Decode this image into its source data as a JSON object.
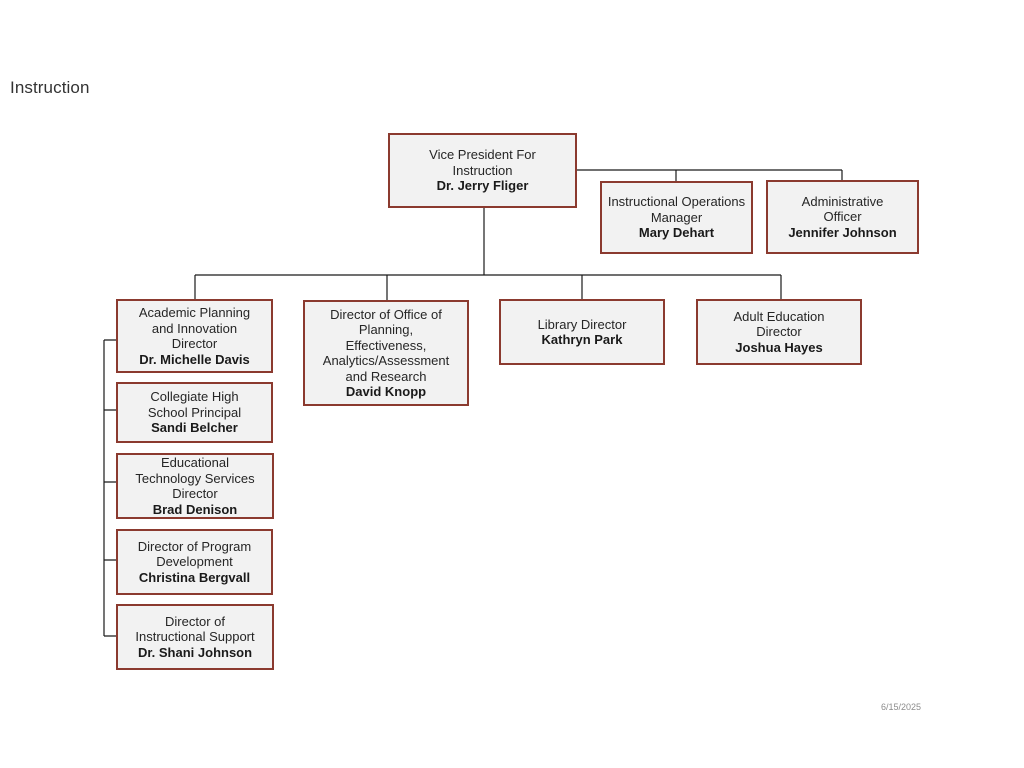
{
  "page": {
    "title": "Instruction",
    "date": "6/15/2025"
  },
  "colors": {
    "box_border": "#8b3a2f",
    "box_fill": "#f2f2f2",
    "connector": "#1a1a1a"
  },
  "org": {
    "vp": {
      "role": "Vice President For Instruction",
      "name": "Dr. Jerry Fliger"
    },
    "ops_manager": {
      "role": "Instructional Operations Manager",
      "name": "Mary Dehart"
    },
    "admin_officer": {
      "role": "Administrative Officer",
      "name": "Jennifer Johnson"
    },
    "academic_planning": {
      "role": "Academic Planning and Innovation Director",
      "name": "Dr. Michelle Davis"
    },
    "planning_director": {
      "role": "Director of Office of Planning, Effectiveness, Analytics/Assessment and Research",
      "name": "David Knopp"
    },
    "library": {
      "role": "Library Director",
      "name": "Kathryn Park"
    },
    "adult_ed": {
      "role": "Adult Education Director",
      "name": "Joshua Hayes"
    },
    "collegiate_hs": {
      "role": "Collegiate High School Principal",
      "name": "Sandi Belcher"
    },
    "ed_tech": {
      "role": "Educational Technology Services Director",
      "name": "Brad Denison"
    },
    "program_dev": {
      "role": "Director of Program Development",
      "name": "Christina Bergvall"
    },
    "instr_support": {
      "role": "Director of Instructional Support",
      "name": "Dr. Shani Johnson"
    }
  }
}
